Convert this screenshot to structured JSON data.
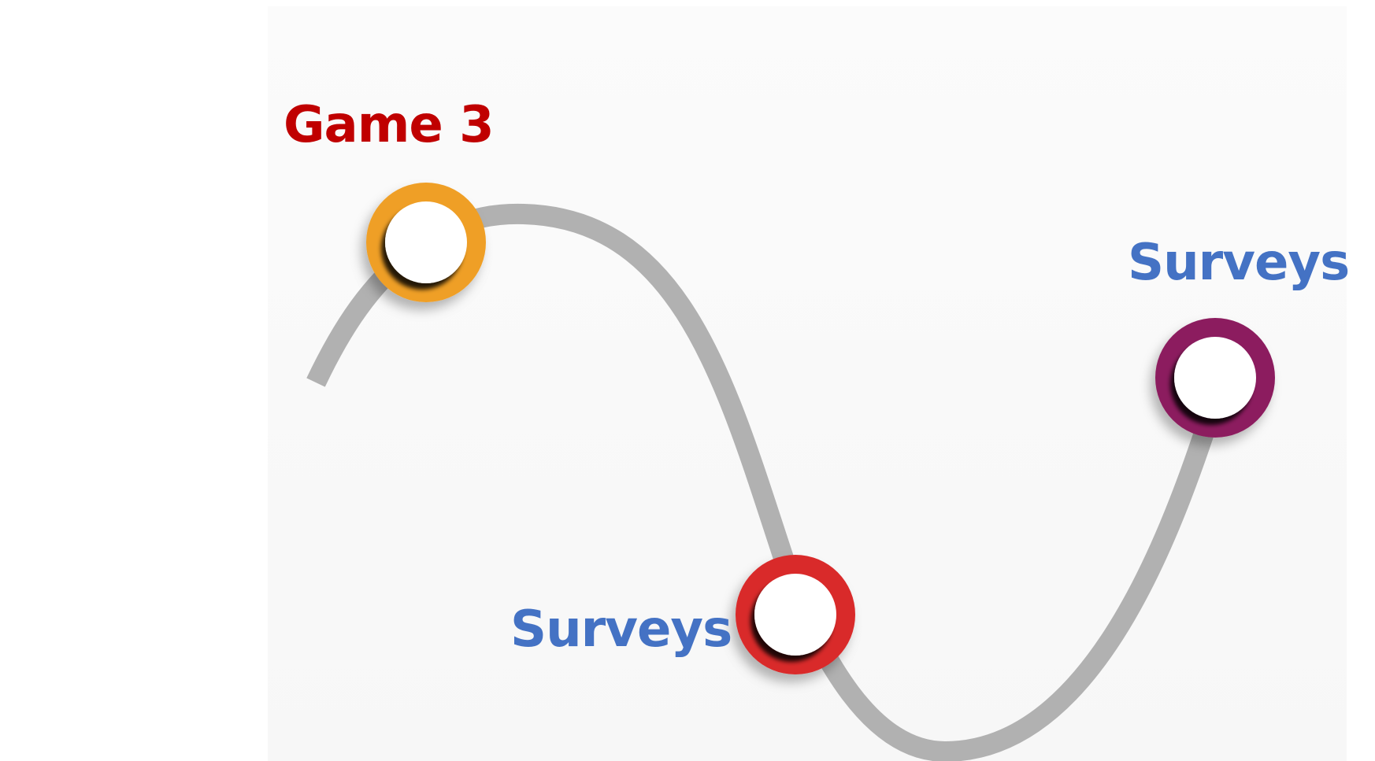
{
  "milestones": [
    {
      "id": "game3",
      "label": "Game 3",
      "label_color": "#c00000",
      "ring_color": "#ef9f28"
    },
    {
      "id": "surveys1",
      "label": "Surveys",
      "label_color": "#4472c4",
      "ring_color": "#d92a2a"
    },
    {
      "id": "surveys2",
      "label": "Surveys",
      "label_color": "#4472c4",
      "ring_color": "#8c1f5f"
    }
  ],
  "path_color": "#b1b1b1",
  "node_fill": "#ffffff"
}
